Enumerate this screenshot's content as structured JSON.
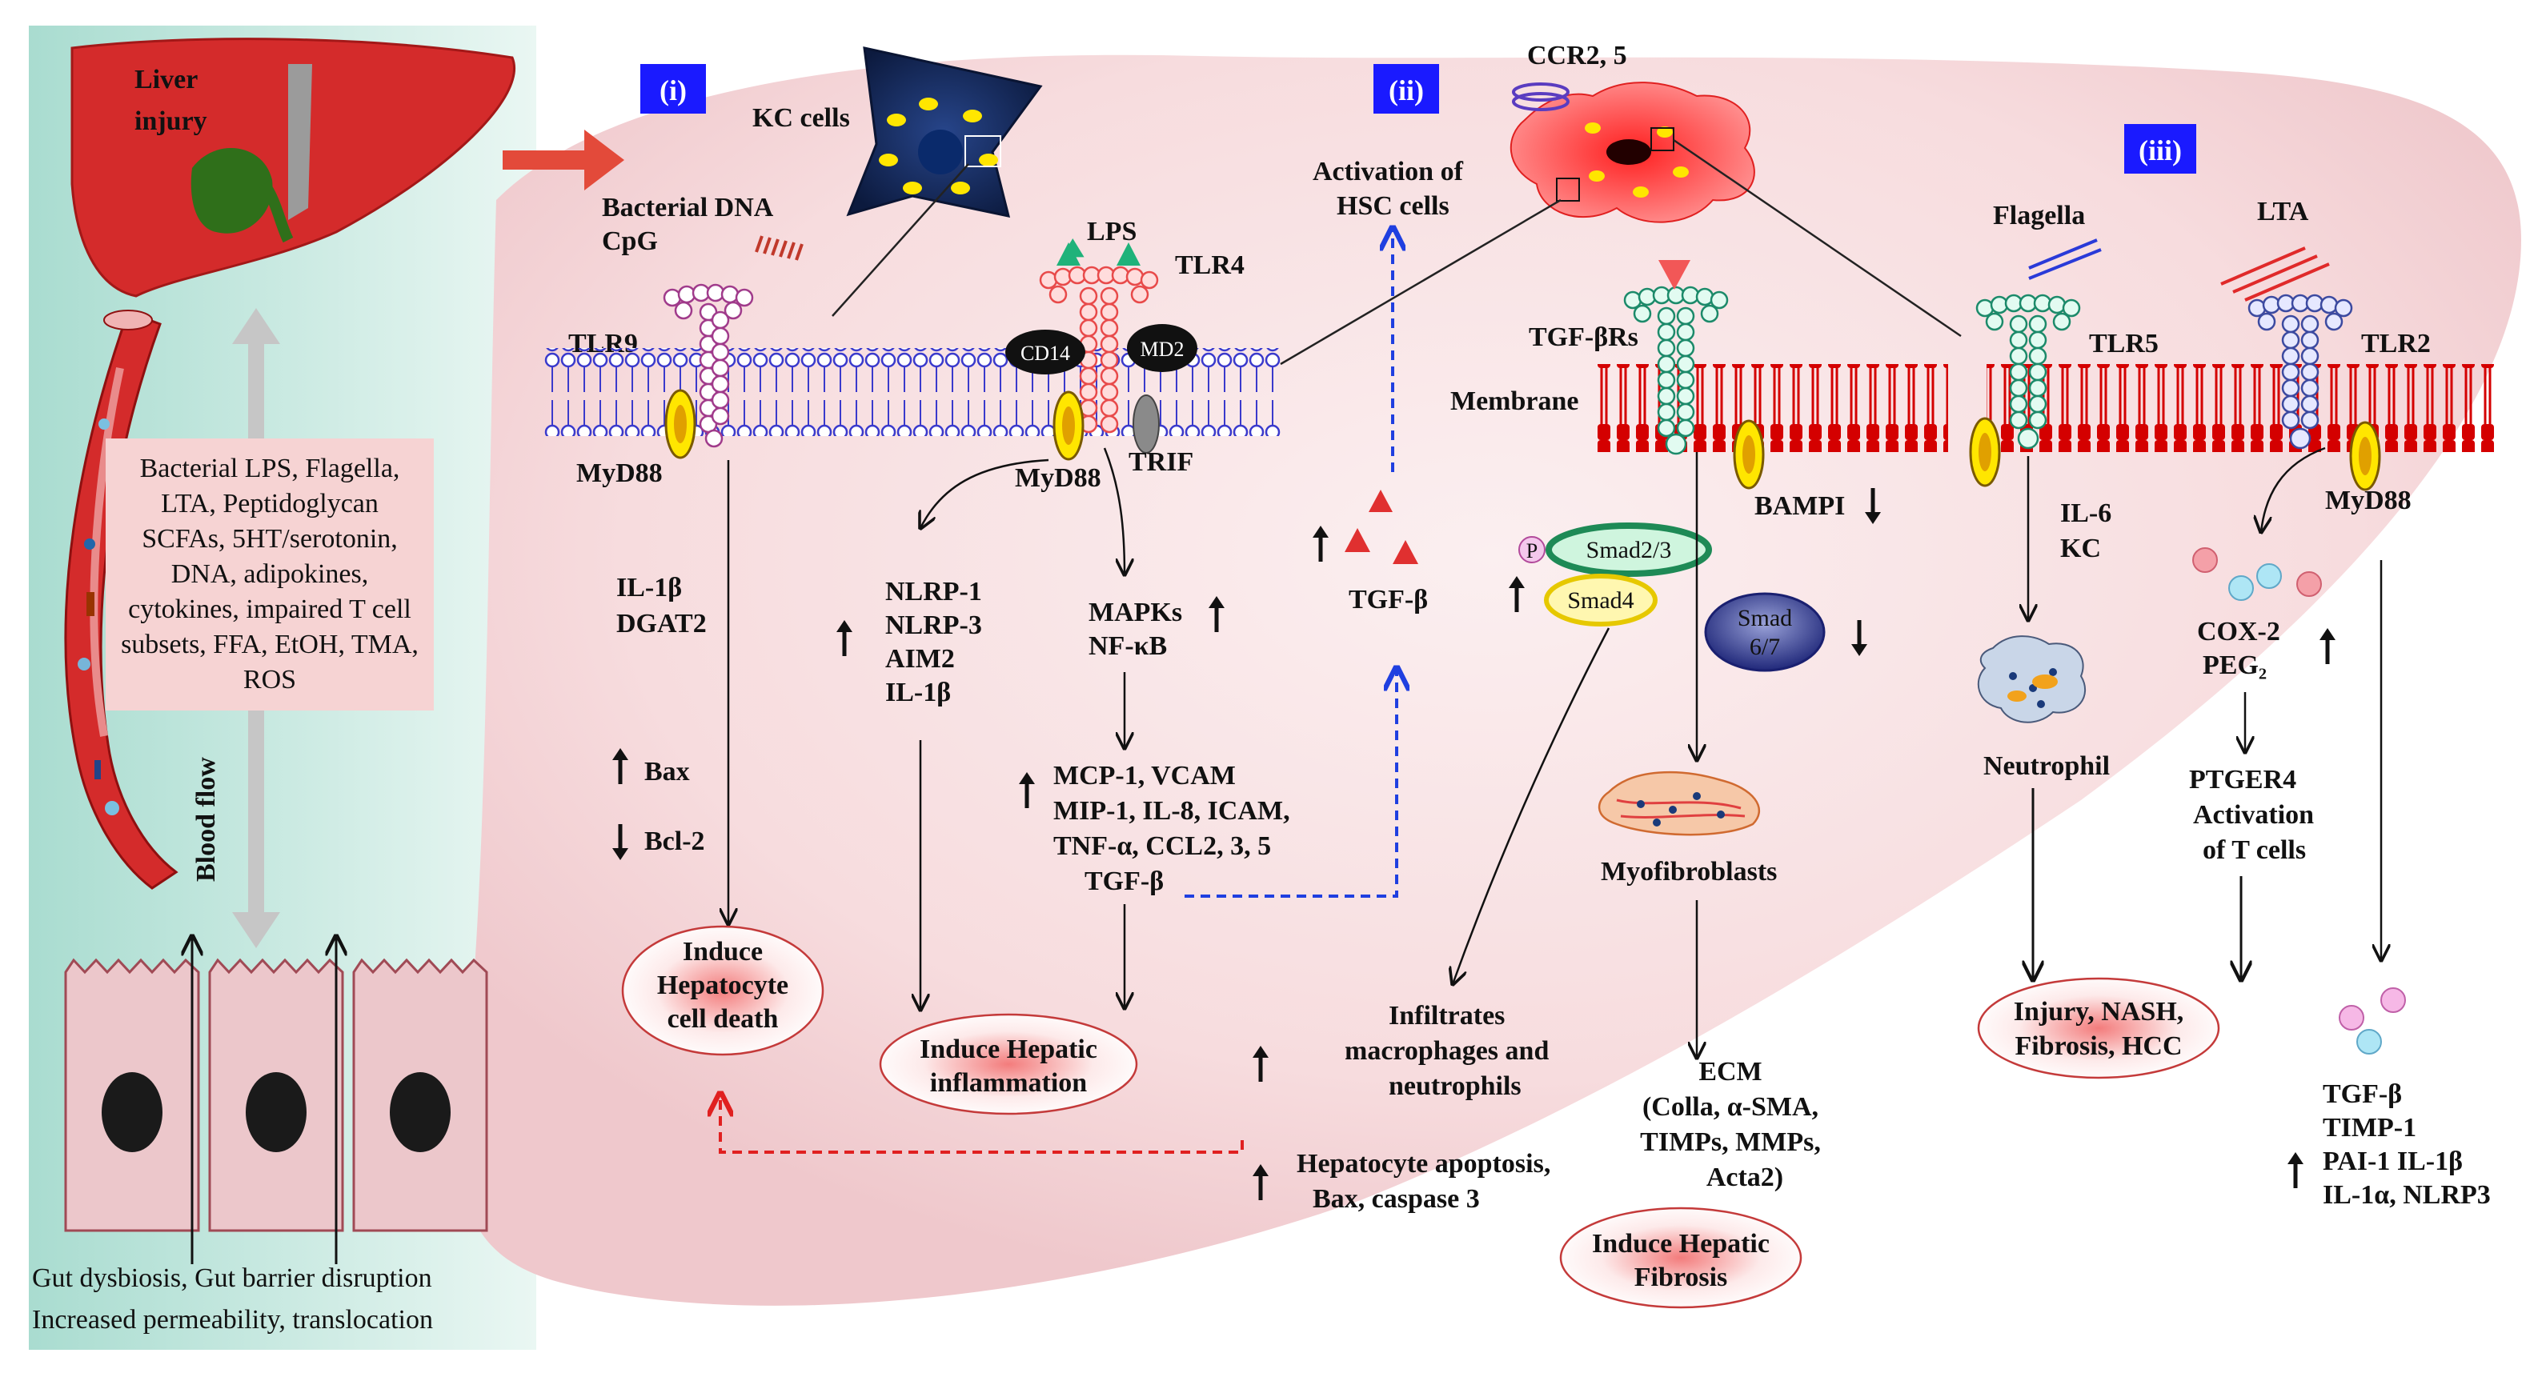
{
  "left": {
    "liver_injury": [
      "Liver",
      "injury"
    ],
    "factors": [
      "Bacterial LPS, Flagella,",
      "LTA, Peptidoglycan",
      "SCFAs, 5HT/serotonin,",
      "DNA, adipokines,",
      "cytokines, impaired T cell",
      "subsets, FFA, EtOH, TMA,",
      "ROS"
    ],
    "blood_flow": "Blood flow",
    "bottom": [
      "Gut dysbiosis, Gut barrier disruption",
      "Increased permeability, translocation"
    ]
  },
  "badges": {
    "i": "(i)",
    "ii": "(ii)",
    "iii": "(iii)"
  },
  "kc": {
    "kc_cells": "KC cells",
    "bacterial_dna": [
      "Bacterial DNA",
      "CpG"
    ],
    "tlr9": "TLR9",
    "myd88_a": "MyD88",
    "lps": "LPS",
    "tlr4": "TLR4",
    "cd14": "CD14",
    "md2": "MD2",
    "myd88_b": "MyD88",
    "trif": "TRIF",
    "il1b_dgat2": [
      "IL-1β",
      "DGAT2"
    ],
    "bax": "Bax",
    "bcl2": "Bcl-2",
    "nlrp": [
      "NLRP-1",
      "NLRP-3",
      "AIM2",
      "IL-1β"
    ],
    "mapks": [
      "MAPKs",
      "NF-κB"
    ],
    "mcp": [
      "MCP-1, VCAM",
      "MIP-1, IL-8, ICAM,",
      "TNF-α, CCL2, 3, 5",
      "TGF-β"
    ],
    "death": [
      "Induce",
      "Hepatocyte",
      "cell death"
    ],
    "inflammation": [
      "Induce Hepatic",
      "inflammation"
    ]
  },
  "hsc": {
    "ccr": "CCR2, 5",
    "activation": [
      "Activation of",
      "HSC cells"
    ],
    "tgfb": "TGF-β",
    "tgfbrs": "TGF-βRs",
    "membrane": "Membrane",
    "bampi": "BAMPI",
    "p": "P",
    "smad23": "Smad2/3",
    "smad4": "Smad4",
    "smad67": [
      "Smad",
      "6/7"
    ],
    "myofibroblasts": "Myofibroblasts",
    "infiltrates": [
      "Infiltrates",
      "macrophages and",
      "neutrophils"
    ],
    "hep_apoptosis": [
      "Hepatocyte apoptosis,",
      "Bax, caspase 3"
    ],
    "ecm": [
      "ECM",
      "(Colla, α-SMA,",
      "TIMPs, MMPs,",
      "Acta2)"
    ],
    "fibrosis": [
      "Induce Hepatic",
      "Fibrosis"
    ]
  },
  "neut": {
    "flagella": "Flagella",
    "lta": "LTA",
    "tlr5": "TLR5",
    "tlr2": "TLR2",
    "myd88": "MyD88",
    "il6kc": [
      "IL-6",
      "KC"
    ],
    "neutrophil": "Neutrophil",
    "cox": [
      "COX-2",
      "PEG₂"
    ],
    "ptger": [
      "PTGER4",
      "Activation",
      "of T cells"
    ],
    "injury": [
      "Injury, NASH,",
      "Fibrosis, HCC"
    ],
    "tgfb_list": [
      "TGF-β",
      "TIMP-1",
      "PAI-1 IL-1β",
      "IL-1α, NLRP3"
    ]
  },
  "colors": {
    "badge": "#1a1aff",
    "liver": "#d42b2b",
    "tlr_pink": "#a03b8b",
    "tlr_red": "#e84a4a",
    "tlr_green": "#1c8a6a",
    "tlr_blue": "#3c4aa0",
    "membrane_blue": "#3a3acc",
    "membrane_red": "#d40000",
    "arrow_blue": "#1f3fe0",
    "arrow_red": "#e02020"
  }
}
